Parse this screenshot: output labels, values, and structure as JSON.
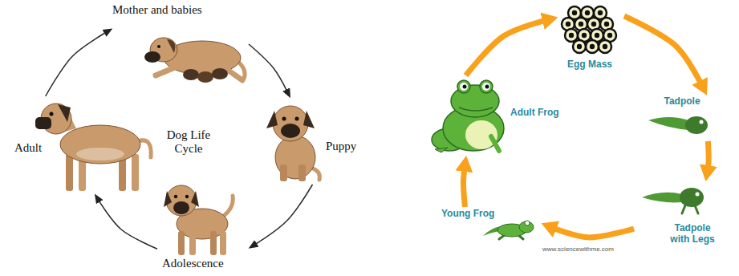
{
  "diagram": {
    "nodes": [
      {
        "text": [
          "Mother and babies"
        ]
      },
      {
        "text": [
          "Puppy"
        ]
      },
      {
        "text": [
          "Adolescence"
        ]
      },
      {
        "text": [
          "Adult"
        ]
      },
      {
        "text": [
          "Egg Mass"
        ]
      },
      {
        "text": [
          "Tadpole"
        ]
      },
      {
        "text": [
          "Tadpole with Legs"
        ]
      },
      {
        "text": [
          "Young Frog"
        ]
      },
      {
        "text": [
          "Adult Frog"
        ]
      }
    ],
    "edges": [
      {
        "from": 0,
        "to": 1,
        "arrow": "to"
      },
      {
        "from": 1,
        "to": 2,
        "arrow": "to"
      },
      {
        "from": 2,
        "to": 3,
        "arrow": "to"
      },
      {
        "from": 3,
        "to": 0,
        "arrow": "to"
      },
      {
        "from": 4,
        "to": 5,
        "arrow": "to"
      },
      {
        "from": 5,
        "to": 6,
        "arrow": "to"
      },
      {
        "from": 6,
        "to": 7,
        "arrow": "to"
      },
      {
        "from": 7,
        "to": 8,
        "arrow": "to"
      },
      {
        "from": 8,
        "to": 4,
        "arrow": "to"
      }
    ],
    "labels": [
      "Dog Life Cycle",
      "www.sciencewithme.com"
    ]
  }
}
